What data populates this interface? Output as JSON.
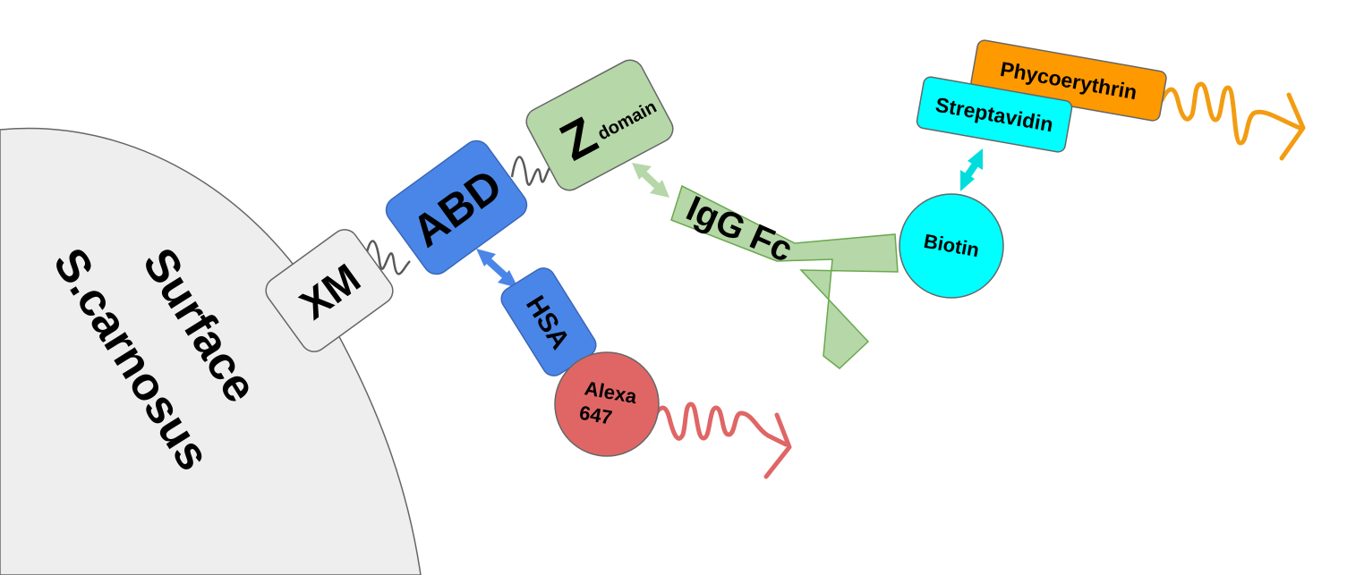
{
  "cell": {
    "label_line1": "Surface",
    "label_line2": "S.carnosus",
    "color": "#eeeeee"
  },
  "domains": {
    "xm": {
      "label": "XM",
      "color": "#efefef"
    },
    "abd": {
      "label": "ABD",
      "color": "#4a86e8"
    },
    "z": {
      "label": "Z",
      "subscript": "domain",
      "color": "#b6d7a8"
    }
  },
  "ligands": {
    "igg": {
      "label": "IgG Fc",
      "color": "#b6d7a8"
    },
    "hsa": {
      "label": "HSA",
      "color": "#4a86e8"
    },
    "alexa": {
      "label_line1": "Alexa",
      "label_line2": "647",
      "color": "#e06666"
    },
    "biotin": {
      "label": "Biotin",
      "color": "#00ffff"
    },
    "streptavidin": {
      "label": "Streptavidin",
      "color": "#00ffff"
    },
    "phycoerythrin": {
      "label": "Phycoerythrin",
      "color": "#ff9900"
    }
  }
}
